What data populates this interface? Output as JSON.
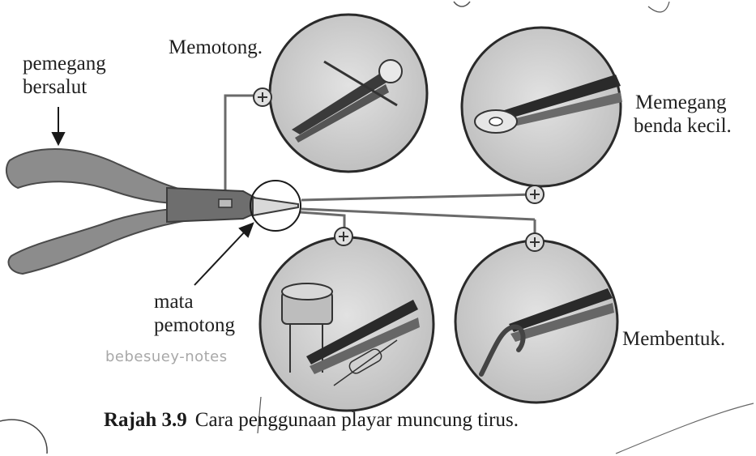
{
  "labels": {
    "grip_line1": "pemegang",
    "grip_line2": "bersalut",
    "cut": "Memotong.",
    "hold_line1": "Memegang",
    "hold_line2": "benda kecil.",
    "edge_line1": "mata",
    "edge_line2": "pemotong",
    "shape": "Membentuk."
  },
  "watermark": "bebesuey-notes",
  "caption": {
    "number": "Rajah 3.9",
    "text": "Cara penggunaan playar muncung tirus."
  },
  "colors": {
    "handle": "#8a8a8a",
    "handle_dark": "#5e5e5e",
    "circle_fill": "#d6d6d6",
    "line": "#555555"
  }
}
